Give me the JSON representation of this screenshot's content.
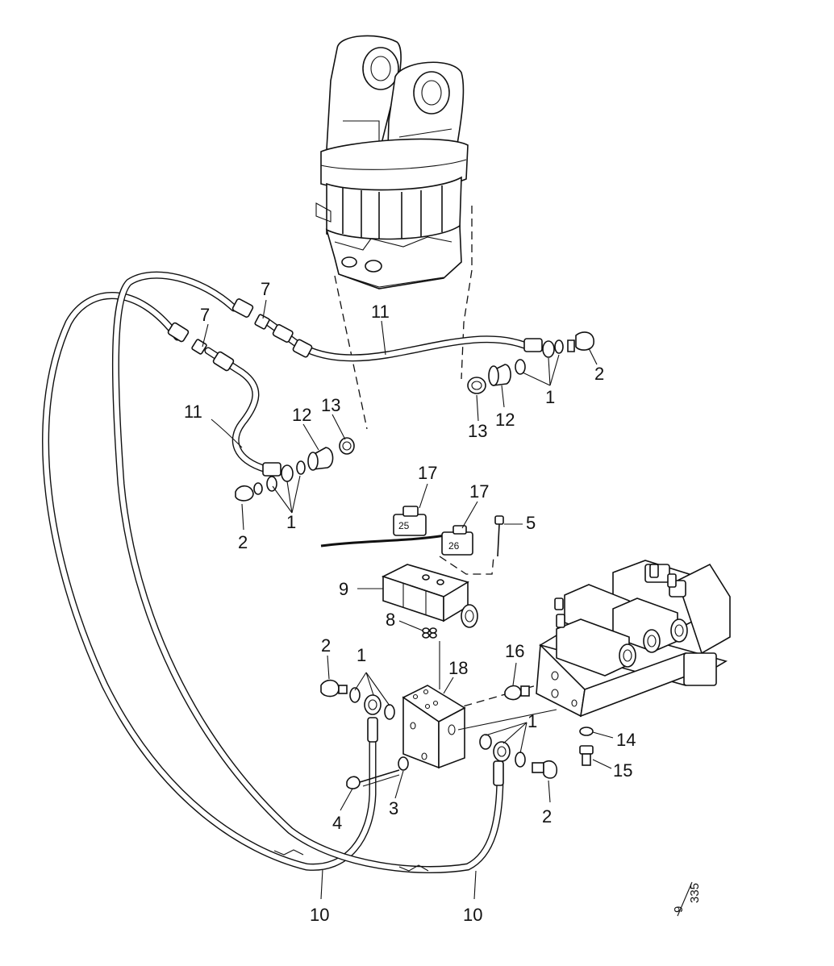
{
  "callouts": {
    "c1a": "1",
    "c1b": "1",
    "c1c": "1",
    "c1d": "1",
    "c2a": "2",
    "c2b": "2",
    "c2c": "2",
    "c2d": "2",
    "c3": "3",
    "c4": "4",
    "c5": "5",
    "c7a": "7",
    "c7b": "7",
    "c8": "8",
    "c9": "9",
    "c10a": "10",
    "c10b": "10",
    "c11a": "11",
    "c11b": "11",
    "c12a": "12",
    "c12b": "12",
    "c13a": "13",
    "c13b": "13",
    "c14": "14",
    "c15": "15",
    "c16": "16",
    "c17a": "17",
    "c17b": "17",
    "c18": "18"
  },
  "connector_labels": {
    "left": "25",
    "right": "26"
  },
  "page_reference": {
    "section": "9",
    "page": "335"
  }
}
